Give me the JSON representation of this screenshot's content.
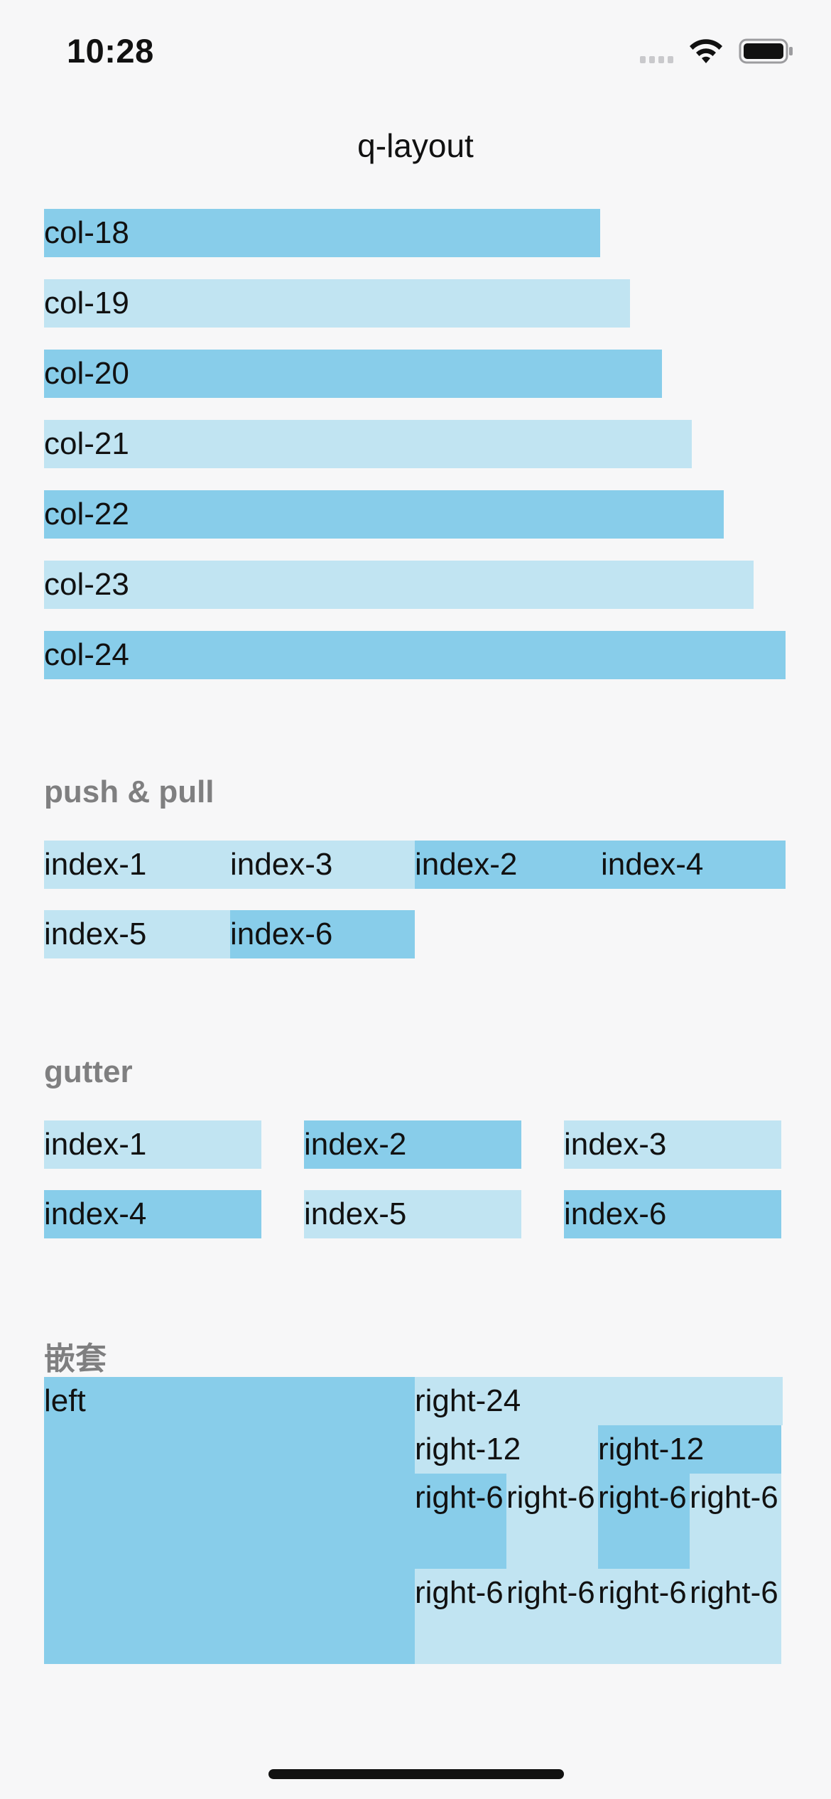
{
  "status_bar": {
    "time": "10:28",
    "icons": [
      "cellular-signal-icon",
      "wifi-icon",
      "battery-icon"
    ]
  },
  "nav": {
    "title": "q-layout"
  },
  "columns": [
    {
      "label": "col-18",
      "shade": "dark"
    },
    {
      "label": "col-19",
      "shade": "light"
    },
    {
      "label": "col-20",
      "shade": "dark"
    },
    {
      "label": "col-21",
      "shade": "light"
    },
    {
      "label": "col-22",
      "shade": "dark"
    },
    {
      "label": "col-23",
      "shade": "light"
    },
    {
      "label": "col-24",
      "shade": "dark"
    }
  ],
  "push_pull": {
    "title": "push & pull",
    "cells": [
      "index-1",
      "index-3",
      "index-2",
      "index-4",
      "index-5",
      "index-6"
    ]
  },
  "gutter": {
    "title": "gutter",
    "cells": [
      "index-1",
      "index-2",
      "index-3",
      "index-4",
      "index-5",
      "index-6"
    ]
  },
  "nested": {
    "title": "嵌套",
    "left": "left",
    "right_24": "right-24",
    "right_12": [
      "right-12",
      "right-12"
    ],
    "right_6": [
      "right-6",
      "right-6",
      "right-6",
      "right-6",
      "right-6",
      "right-6",
      "right-6",
      "right-6"
    ]
  },
  "colors": {
    "dark_cell": "#88cdea",
    "light_cell": "#c1e4f2",
    "background": "#f7f7f8",
    "section_title": "#7f7f80"
  }
}
